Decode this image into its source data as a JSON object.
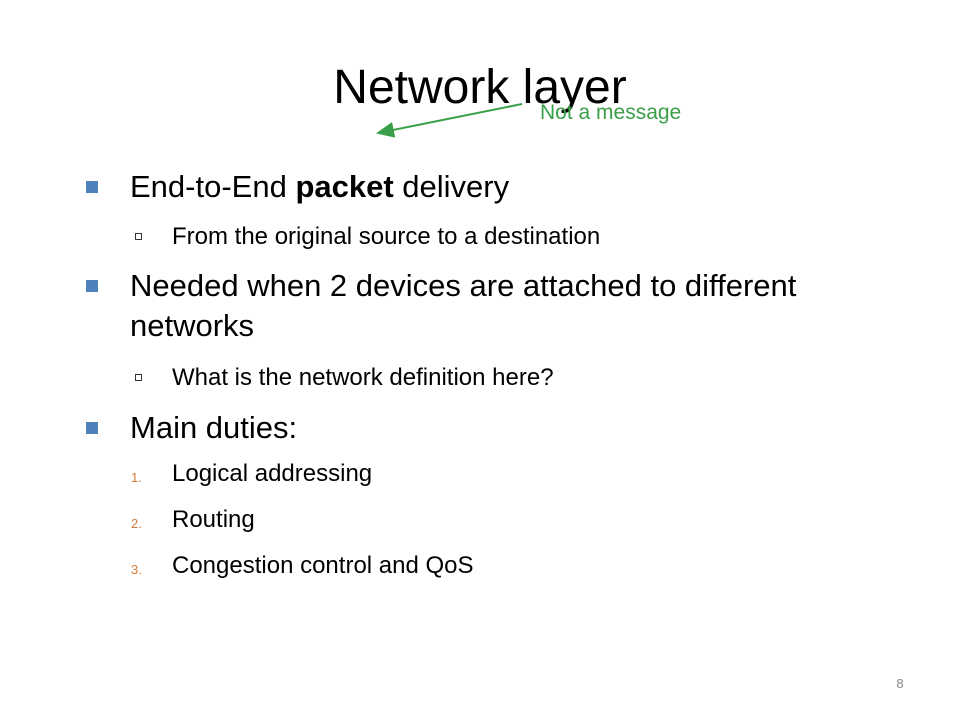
{
  "slide": {
    "title": "Network layer",
    "annotation": "Not a message",
    "bullets": [
      {
        "pre": "End-to-End ",
        "bold": "packet",
        "post": " delivery"
      },
      {
        "text": "Needed when 2 devices are attached to different networks"
      },
      {
        "text": "Main duties:"
      }
    ],
    "subbullets": [
      "From the original source to a destination",
      "What is the network definition here?"
    ],
    "duties": [
      {
        "num": "1.",
        "text": "Logical addressing"
      },
      {
        "num": "2.",
        "text": "Routing"
      },
      {
        "num": "3.",
        "text": "Congestion control and QoS"
      }
    ],
    "page_number": "8"
  },
  "colors": {
    "bullet": "#4f81bd",
    "annotation": "#3aa048",
    "number": "#d07a3a"
  }
}
